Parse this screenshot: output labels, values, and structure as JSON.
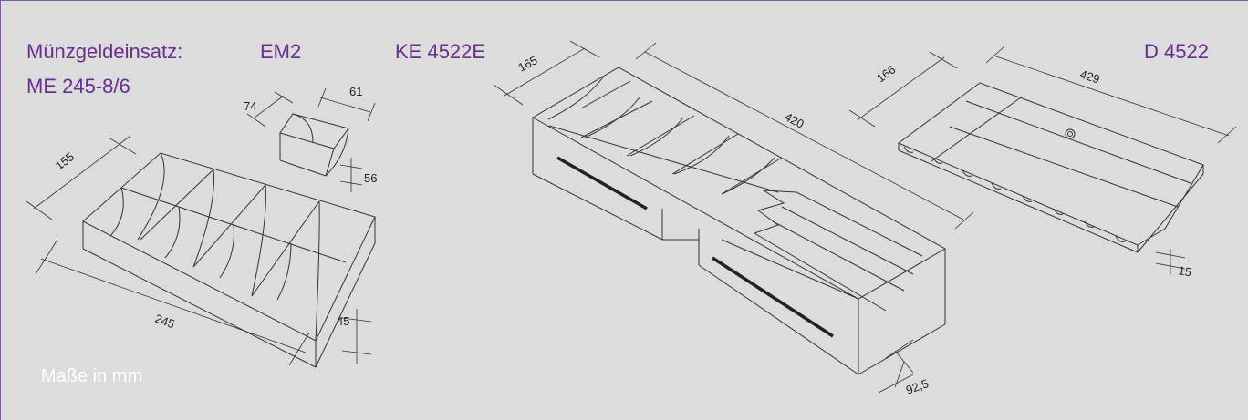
{
  "labels": {
    "coin_insert": "Münzgeldeinsatz:",
    "coin_insert_model": "ME 245-8/6",
    "em2": "EM2",
    "ke": "KE 4522E",
    "d": "D 4522",
    "units": "Maße in mm"
  },
  "dimensions": {
    "me_width": "155",
    "me_length": "245",
    "me_height": "45",
    "em_length": "61",
    "em_width": "74",
    "em_height": "56",
    "ke_width": "165",
    "ke_length": "420",
    "ke_height": "92,5",
    "d_width": "166",
    "d_length": "429",
    "d_height": "15"
  }
}
